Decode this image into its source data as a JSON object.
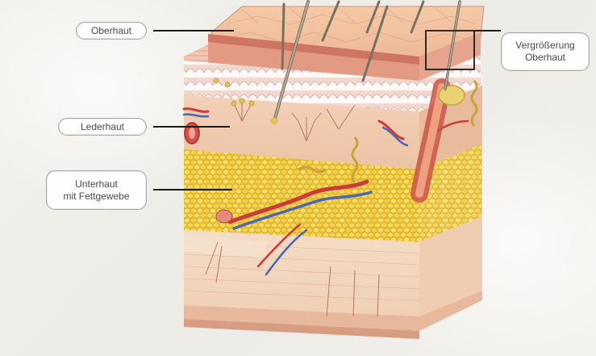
{
  "labels": {
    "oberhaut": "Oberhaut",
    "lederhaut": "Lederhaut",
    "unterhaut": "Unterhaut\nmit Fettgewebe",
    "vergroesserung": "Vergrößerung\nOberhaut"
  },
  "colors": {
    "epidermis": "#e8a98f",
    "epidermis_dark": "#c86b5c",
    "dermis": "#f0c9a6",
    "fat": "#f2d046",
    "fat_dark": "#d9aa1f",
    "base": "#f3d3b9",
    "leader_line": "#1a1a1a",
    "pill_border": "#a8a8a8"
  }
}
